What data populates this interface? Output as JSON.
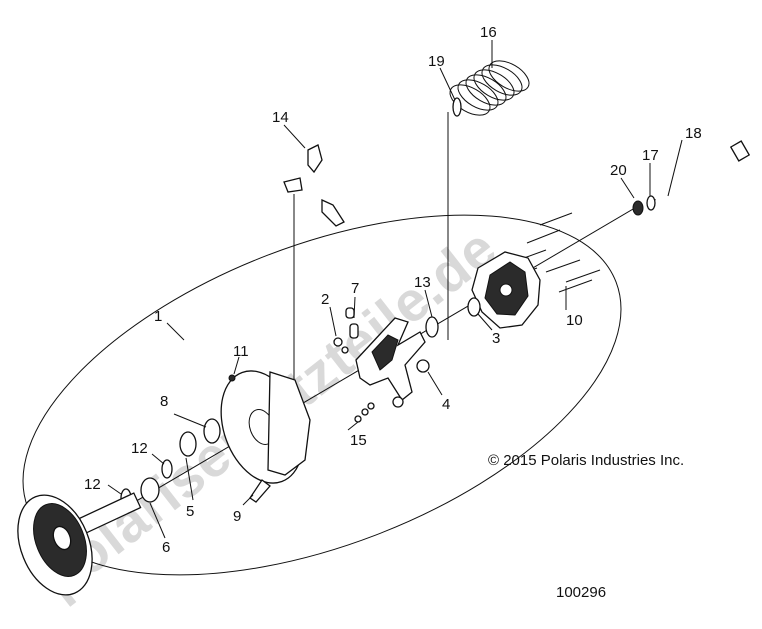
{
  "watermark": "polarisersatzteile.de",
  "copyright": "© 2015 Polaris Industries Inc.",
  "part_number": "100296",
  "callouts": [
    {
      "id": "c1",
      "label": "1"
    },
    {
      "id": "c2",
      "label": "2"
    },
    {
      "id": "c3",
      "label": "3"
    },
    {
      "id": "c4",
      "label": "4"
    },
    {
      "id": "c5",
      "label": "5"
    },
    {
      "id": "c6",
      "label": "6"
    },
    {
      "id": "c7",
      "label": "7"
    },
    {
      "id": "c8",
      "label": "8"
    },
    {
      "id": "c9",
      "label": "9"
    },
    {
      "id": "c10",
      "label": "10"
    },
    {
      "id": "c11",
      "label": "11"
    },
    {
      "id": "c12a",
      "label": "12"
    },
    {
      "id": "c12b",
      "label": "12"
    },
    {
      "id": "c13",
      "label": "13"
    },
    {
      "id": "c14",
      "label": "14"
    },
    {
      "id": "c15",
      "label": "15"
    },
    {
      "id": "c16",
      "label": "16"
    },
    {
      "id": "c17",
      "label": "17"
    },
    {
      "id": "c18",
      "label": "18"
    },
    {
      "id": "c19",
      "label": "19"
    },
    {
      "id": "c20",
      "label": "20"
    }
  ]
}
